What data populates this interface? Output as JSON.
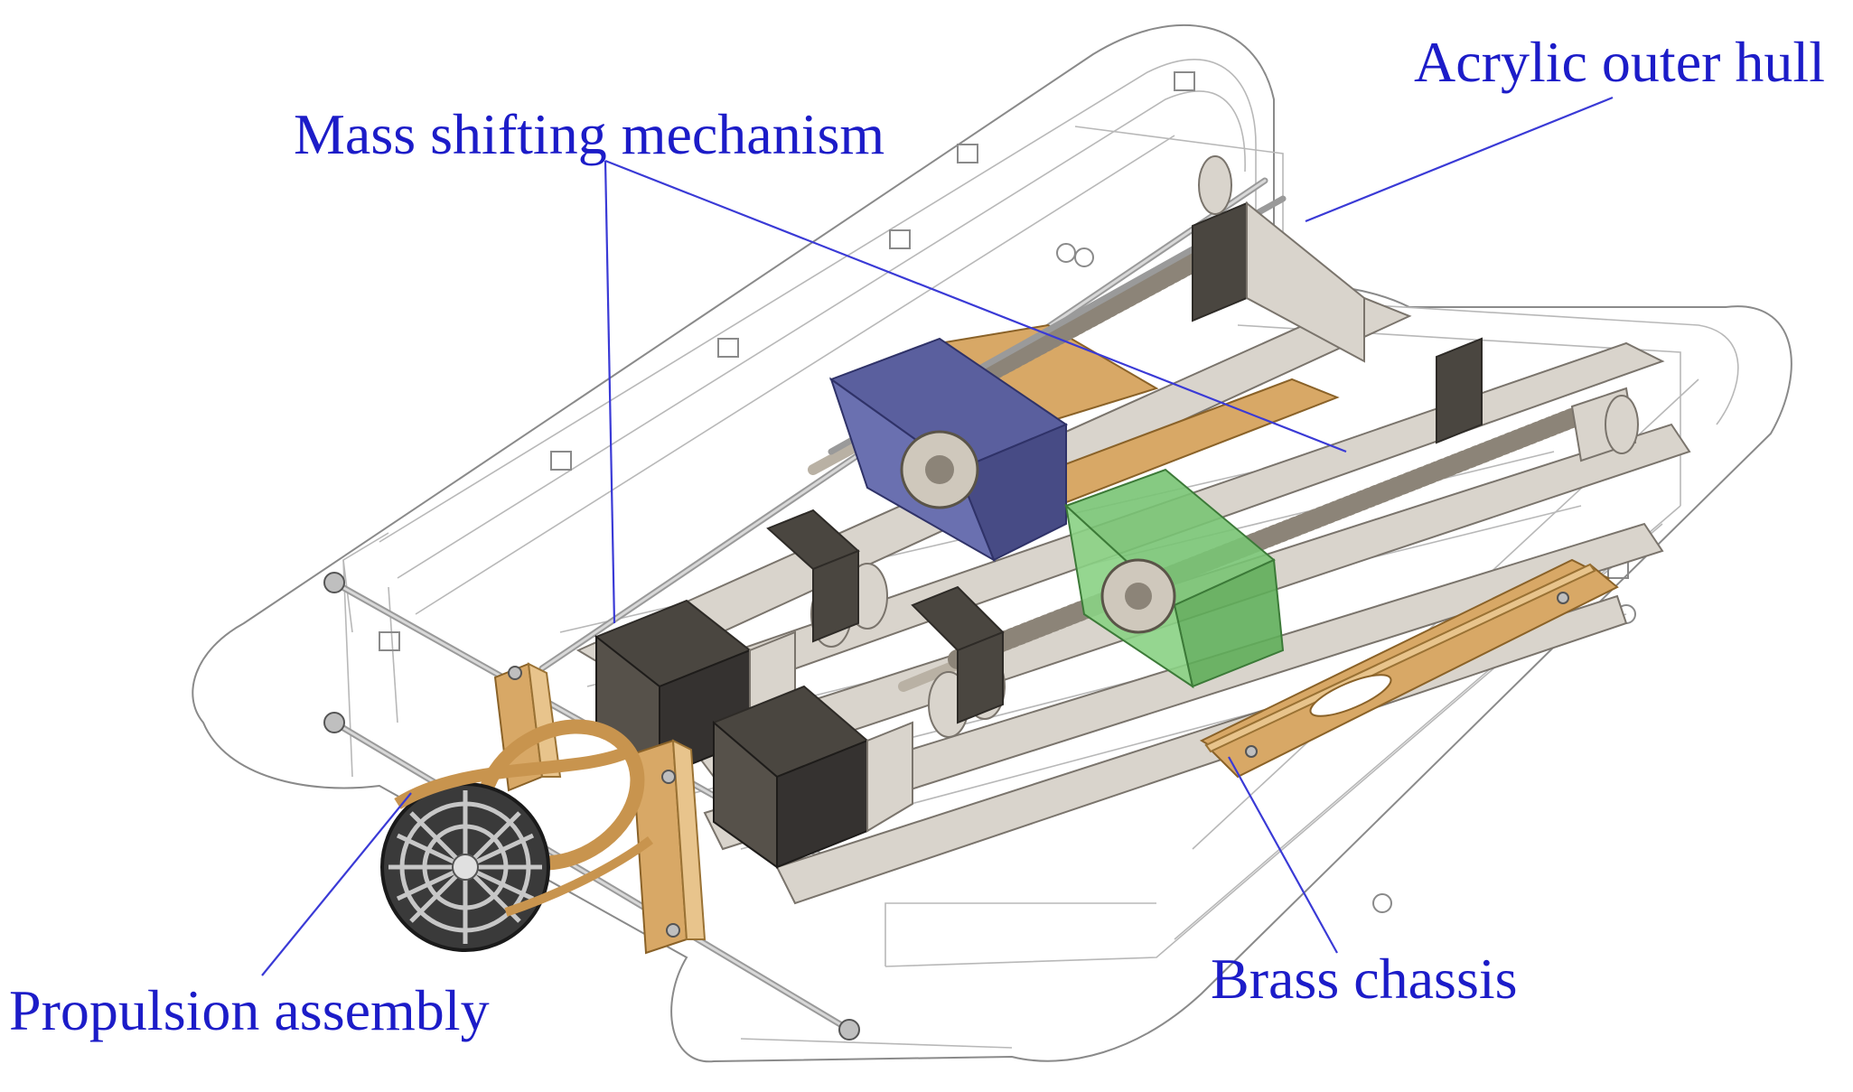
{
  "labels": {
    "acrylic_hull": "Acrylic outer hull",
    "mass_shifting": "Mass shifting mechanism",
    "brass_chassis": "Brass chassis",
    "propulsion": "Propulsion assembly"
  },
  "colors": {
    "label_text": "#1c1cc8",
    "leader_line": "#3a3ad6",
    "forward_mass": "#5a5f9e",
    "aft_mass": "#5fae5a",
    "brass": "#d8a866",
    "background": "#ffffff"
  }
}
